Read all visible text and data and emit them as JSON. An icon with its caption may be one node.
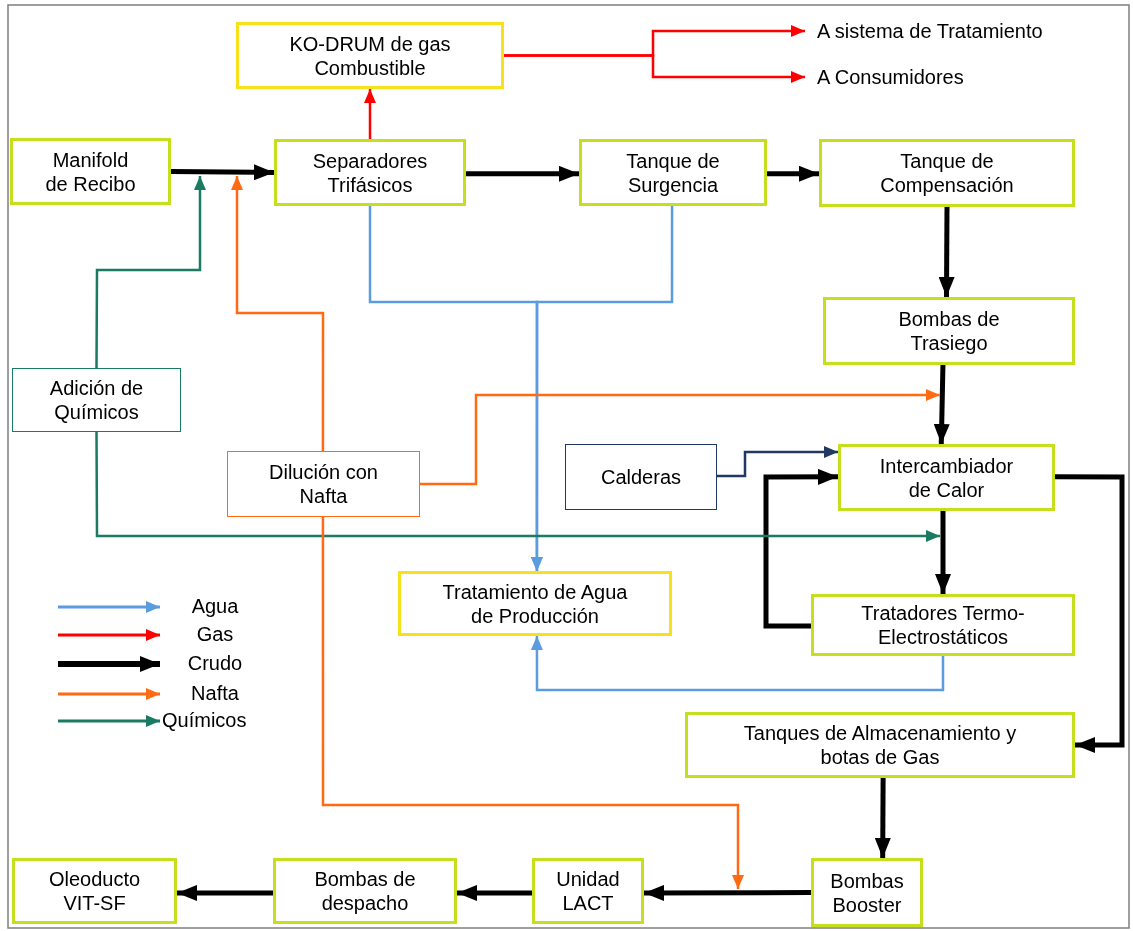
{
  "diagram": {
    "nodes": [
      {
        "text": [
          "KO-DRUM de gas Combustible"
        ]
      },
      {
        "text": [
          "A sistema de Tratamiento"
        ]
      },
      {
        "text": [
          "A Consumidores"
        ]
      },
      {
        "text": [
          "Manifold de Recibo"
        ]
      },
      {
        "text": [
          "Separadores Trifásicos"
        ]
      },
      {
        "text": [
          "Tanque de Surgencia"
        ]
      },
      {
        "text": [
          "Tanque de Compensación"
        ]
      },
      {
        "text": [
          "Bombas de Trasiego"
        ]
      },
      {
        "text": [
          "Adición de Químicos"
        ]
      },
      {
        "text": [
          "Calderas"
        ]
      },
      {
        "text": [
          "Intercambiador de Calor"
        ]
      },
      {
        "text": [
          "Dilución con Nafta"
        ]
      },
      {
        "text": [
          "Tratamiento de Agua de Producción"
        ]
      },
      {
        "text": [
          "Tratadores Termo-Electrostáticos"
        ]
      },
      {
        "text": [
          "Tanques de Almacenamiento y botas de Gas"
        ]
      },
      {
        "text": [
          "Oleoducto VIT-SF"
        ]
      },
      {
        "text": [
          "Bombas de despacho"
        ]
      },
      {
        "text": [
          "Unidad LACT"
        ]
      },
      {
        "text": [
          "Bombas Booster"
        ]
      }
    ],
    "edges": [
      {
        "from": 3,
        "to": 4,
        "arrow": "to",
        "style": "thick"
      },
      {
        "from": 4,
        "to": 0,
        "arrow": "to",
        "color": "#ff0000"
      },
      {
        "from": 0,
        "to": 1,
        "arrow": "to",
        "color": "#ff0000"
      },
      {
        "from": 0,
        "to": 2,
        "arrow": "to",
        "color": "#ff0000"
      },
      {
        "from": 4,
        "to": 5,
        "arrow": "to",
        "style": "thick"
      },
      {
        "from": 5,
        "to": 6,
        "arrow": "to",
        "style": "thick"
      },
      {
        "from": 6,
        "to": 7,
        "arrow": "to",
        "style": "thick"
      },
      {
        "from": 7,
        "to": 10,
        "arrow": "to",
        "style": "thick"
      },
      {
        "from": 4,
        "to": 12,
        "arrow": "to",
        "color": "#5b9be0"
      },
      {
        "from": 5,
        "to": 12,
        "arrow": "to",
        "color": "#5b9be0"
      },
      {
        "from": 9,
        "to": 10,
        "arrow": "to",
        "color": "#1f3864"
      },
      {
        "from": 10,
        "to": 13,
        "arrow": "to",
        "style": "thick"
      },
      {
        "from": 13,
        "to": 10,
        "arrow": "to",
        "style": "thick"
      },
      {
        "from": 10,
        "to": 14,
        "arrow": "to",
        "style": "thick"
      },
      {
        "from": 13,
        "to": 12,
        "arrow": "to",
        "color": "#5b9be0"
      },
      {
        "from": 14,
        "to": 18,
        "arrow": "to",
        "style": "thick"
      },
      {
        "from": 18,
        "to": 17,
        "arrow": "to",
        "style": "thick"
      },
      {
        "from": 17,
        "to": 16,
        "arrow": "to",
        "style": "thick"
      },
      {
        "from": 16,
        "to": 15,
        "arrow": "to",
        "style": "thick"
      },
      {
        "from": 8,
        "to": 3,
        "arrow": "to",
        "color": "#1a7a62"
      },
      {
        "from": 8,
        "to": 10,
        "arrow": "to",
        "color": "#1a7a62"
      },
      {
        "from": 11,
        "to": null,
        "arrow": "to",
        "color": "#ff6a13"
      },
      {
        "from": 11,
        "to": 7,
        "arrow": "to",
        "color": "#ff6a13"
      },
      {
        "from": 11,
        "to": null,
        "arrow": "to",
        "color": "#ff6a13"
      }
    ],
    "legend": [
      {
        "text": "Agua"
      },
      {
        "text": "Gas"
      },
      {
        "text": "Crudo"
      },
      {
        "text": "Nafta"
      },
      {
        "text": "Químicos"
      }
    ]
  }
}
